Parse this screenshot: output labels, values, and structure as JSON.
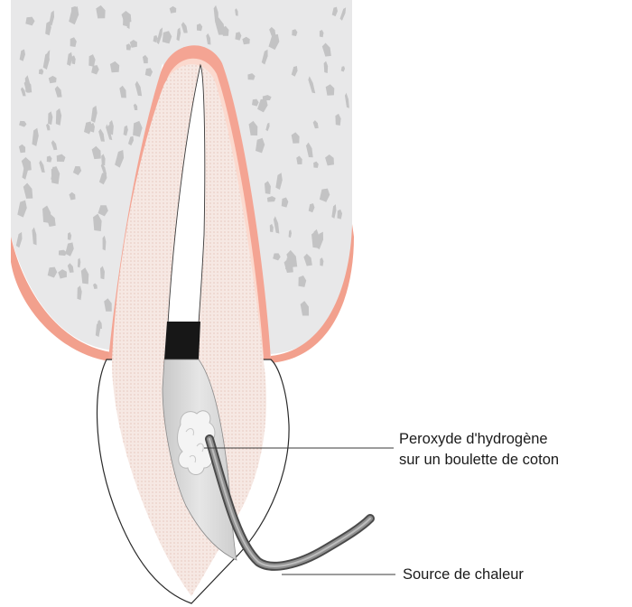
{
  "labels": {
    "peroxide_line1": "Peroxyde d'hydrogène",
    "peroxide_line2": "sur un boulette de coton",
    "heat_source": "Source de chaleur"
  },
  "colors": {
    "bone_fill": "#e9e9ea",
    "bone_pore": "#c2c2c3",
    "gum_pink": "#f2a18f",
    "gum_inner": "#f9d6cc",
    "dentin_fill": "#f5e6e1",
    "dentin_dot": "#d9a99c",
    "canal_fill": "#ffffff",
    "seal_black": "#161616",
    "chamber_gray": "#d2d2d2",
    "instrument": "#6d6d6d",
    "leader_line": "#333333"
  },
  "icons": [
    "alveolar-bone",
    "tooth-root",
    "cotton-pellet",
    "heat-instrument"
  ]
}
